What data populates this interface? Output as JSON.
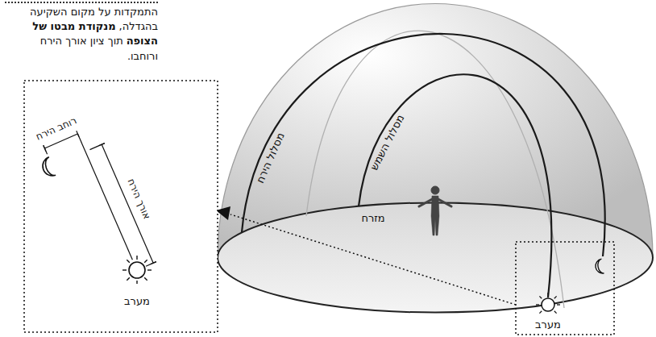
{
  "diagram": {
    "labels": [
      "התמקדות על מקום השקיעה בהגדלה,",
      "מנקודת מבטו של הצופה",
      "תוך ציון אורך הירח ורוחבו.",
      "מסלול הירח",
      "מסלול השמש",
      "מזרח",
      "רוחב הירח",
      "אורך הירח",
      "מערב",
      "מערב"
    ]
  }
}
